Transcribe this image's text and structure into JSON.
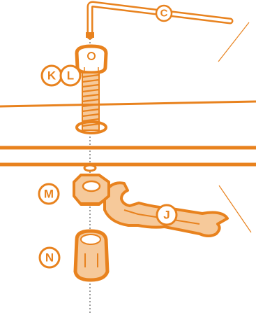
{
  "colors": {
    "accent": "#E8821E",
    "accent_light": "#F6C99A",
    "accent_fill": "#F0A050",
    "label_fill": "#ffffff",
    "axis": "#9a9a9a",
    "background": "#ffffff"
  },
  "labels": {
    "c": "C",
    "k": "K",
    "l": "L",
    "m": "M",
    "j": "J",
    "n": "N"
  },
  "parts": [
    {
      "id": "hex-key",
      "label": "C",
      "icon": "allen-key-icon"
    },
    {
      "id": "cap-screw",
      "label": "K L",
      "icon": "socket-cap-screw-icon"
    },
    {
      "id": "hex-nut",
      "label": "M",
      "icon": "hex-nut-icon"
    },
    {
      "id": "wrench",
      "label": "J",
      "icon": "open-end-wrench-icon"
    },
    {
      "id": "cap-nut",
      "label": "N",
      "icon": "socket-cap-nut-icon"
    }
  ]
}
